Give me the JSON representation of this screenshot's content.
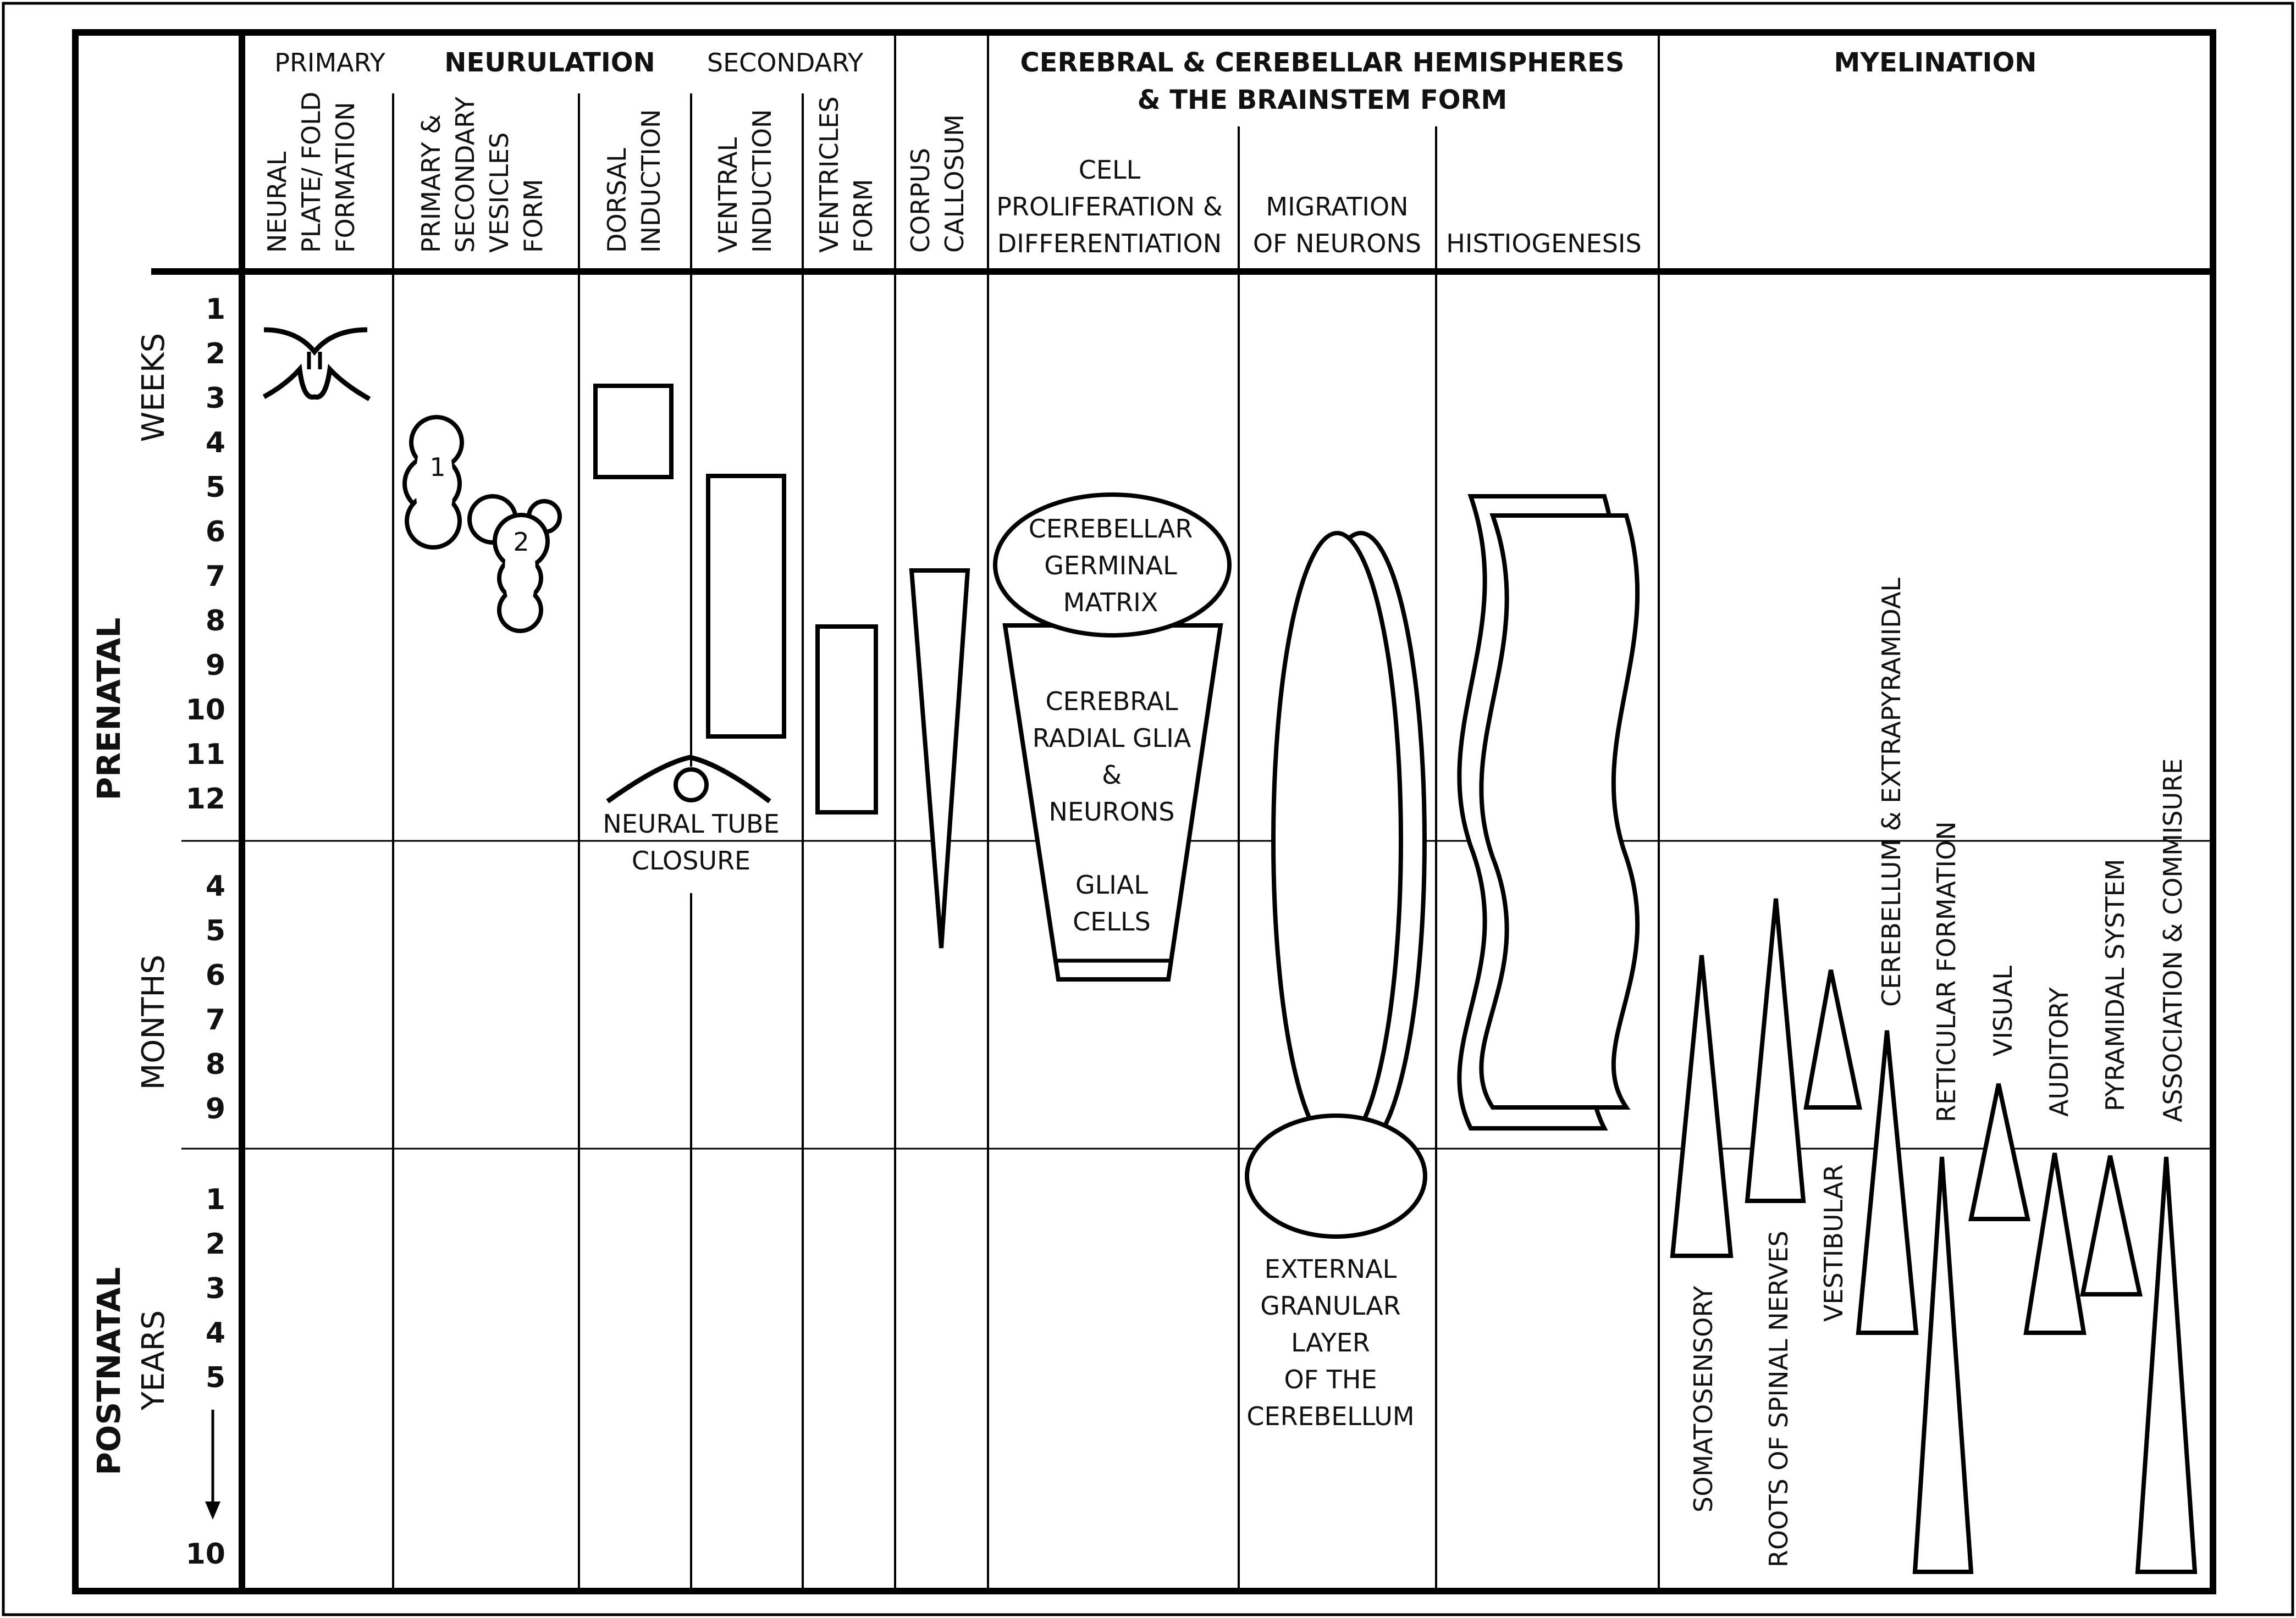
{
  "headers": {
    "primary": "PRIMARY",
    "neurulation": "NEURULATION",
    "secondary": "SECONDARY",
    "hemispheres_line1": "CEREBRAL & CEREBELLAR HEMISPHERES",
    "hemispheres_line2": "& THE BRAINSTEM FORM",
    "myelination": "MYELINATION"
  },
  "columns": {
    "neural_plate": [
      "NEURAL",
      "PLATE/ FOLD",
      "FORMATION"
    ],
    "vesicles": [
      "PRIMARY &",
      "SECONDARY",
      "VESICLES",
      "FORM"
    ],
    "dorsal": [
      "DORSAL",
      "INDUCTION"
    ],
    "ventral": [
      "VENTRAL",
      "INDUCTION"
    ],
    "ventricles": [
      "VENTRICLES",
      "FORM"
    ],
    "corpus": [
      "CORPUS",
      "CALLOSUM"
    ],
    "cell_prolif": [
      "CELL",
      "PROLIFERATION &",
      "DIFFERENTIATION"
    ],
    "migration": [
      "MIGRATION",
      "OF NEURONS"
    ],
    "histogenesis": "HISTIOGENESIS"
  },
  "sidebar": {
    "prenatal": "PRENATAL",
    "postnatal": "POSTNATAL",
    "weeks": "WEEKS",
    "months": "MONTHS",
    "years": "YEARS"
  },
  "ticks": {
    "weeks": [
      "1",
      "2",
      "3",
      "4",
      "5",
      "6",
      "7",
      "8",
      "9",
      "10",
      "11",
      "12"
    ],
    "months": [
      "4",
      "5",
      "6",
      "7",
      "8",
      "9"
    ],
    "years": [
      "1",
      "2",
      "3",
      "4",
      "5"
    ],
    "end": "10"
  },
  "shapes": {
    "vesicle_1": "1",
    "vesicle_2": "2",
    "neural_tube": [
      "NEURAL TUBE",
      "CLOSURE"
    ],
    "cerebellar": [
      "CEREBELLAR",
      "GERMINAL",
      "MATRIX"
    ],
    "cerebral": [
      "CEREBRAL",
      "RADIAL GLIA",
      "&",
      "NEURONS"
    ],
    "glial": [
      "GLIAL",
      "CELLS"
    ],
    "external": [
      "EXTERNAL",
      "GRANULAR",
      "LAYER",
      "OF THE",
      "CEREBELLUM"
    ]
  },
  "myelination": [
    "SOMATOSENSORY",
    "ROOTS OF SPINAL NERVES",
    "VESTIBULAR",
    "CEREBELLUM & EXTRAPYRAMIDAL",
    "RETICULAR FORMATION",
    "VISUAL",
    "AUDITORY",
    "PYRAMIDAL SYSTEM",
    "ASSOCIATION & COMMISURE"
  ]
}
